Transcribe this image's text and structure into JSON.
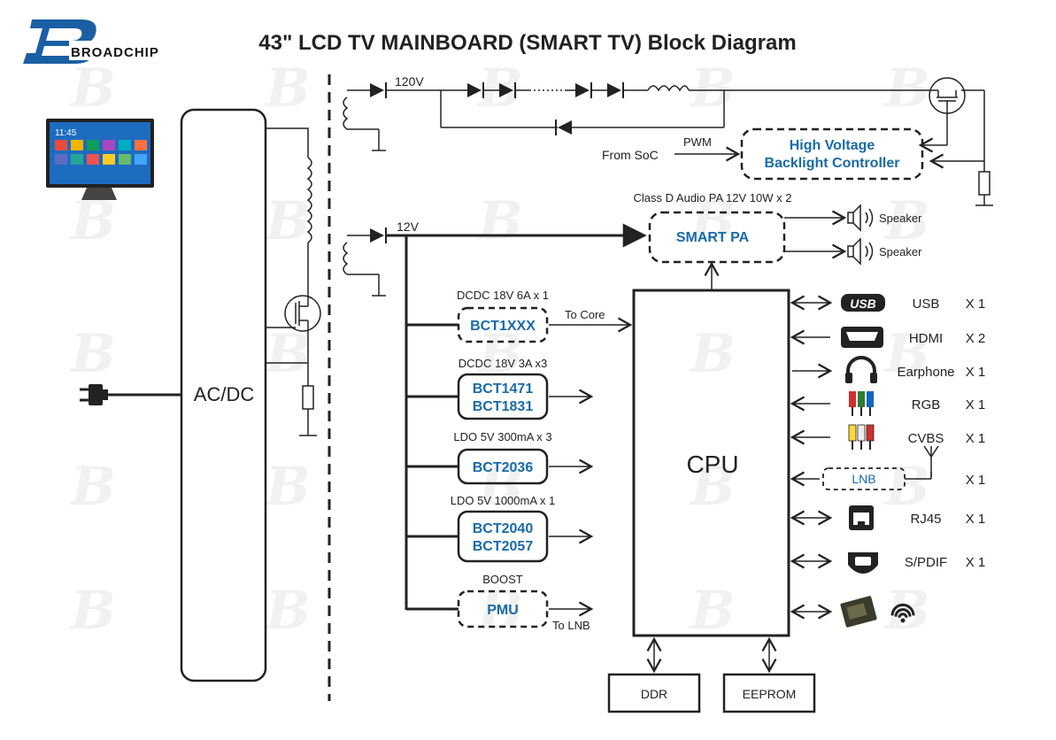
{
  "title": "43\" LCD TV MAINBOARD (SMART TV) Block Diagram",
  "logo": {
    "letter": "B",
    "text": "BROADCHIP"
  },
  "acdc": {
    "label": "AC/DC"
  },
  "hv_rail": {
    "voltage": "120V"
  },
  "lv_rail": {
    "voltage": "12V"
  },
  "backlight": {
    "source": "From SoC",
    "signal": "PWM",
    "line1": "High Voltage",
    "line2": "Backlight Controller"
  },
  "audio": {
    "spec": "Class D Audio PA  12V 10W x 2",
    "block": "SMART PA",
    "speaker1": "Speaker",
    "speaker2": "Speaker"
  },
  "power_blocks": [
    {
      "spec": "DCDC 18V 6A x 1",
      "lines": [
        "BCT1XXX"
      ],
      "output": "To Core"
    },
    {
      "spec": "DCDC 18V 3A x3",
      "lines": [
        "BCT1471",
        "BCT1831"
      ],
      "output": ""
    },
    {
      "spec": "LDO 5V 300mA x 3",
      "lines": [
        "BCT2036"
      ],
      "output": ""
    },
    {
      "spec": "LDO 5V 1000mA x 1",
      "lines": [
        "BCT2040",
        "BCT2057"
      ],
      "output": ""
    },
    {
      "spec": "BOOST",
      "lines": [
        "PMU"
      ],
      "output": "To LNB"
    }
  ],
  "cpu": {
    "label": "CPU"
  },
  "memory": {
    "ddr": "DDR",
    "eeprom": "EEPROM"
  },
  "interfaces": [
    {
      "name": "USB",
      "qty": "X 1",
      "icon": "usb-icon",
      "icon_text": "USB"
    },
    {
      "name": "HDMI",
      "qty": "X 2",
      "icon": "hdmi-icon"
    },
    {
      "name": "Earphone",
      "qty": "X 1",
      "icon": "earphone-icon"
    },
    {
      "name": "RGB",
      "qty": "X 1",
      "icon": "rgb-icon"
    },
    {
      "name": "CVBS",
      "qty": "X 1",
      "icon": "cvbs-icon"
    },
    {
      "name": "",
      "qty": "X 1",
      "icon": "lnb-icon",
      "icon_text": "LNB"
    },
    {
      "name": "RJ45",
      "qty": "X 1",
      "icon": "rj45-icon"
    },
    {
      "name": "S/PDIF",
      "qty": "X 1",
      "icon": "spdif-icon"
    },
    {
      "name": "",
      "qty": "",
      "icon": "wifi-icon"
    }
  ],
  "colors": {
    "accent": "#1a6aa8",
    "line": "#222222"
  },
  "tv_screen": {
    "time": "11:45"
  }
}
